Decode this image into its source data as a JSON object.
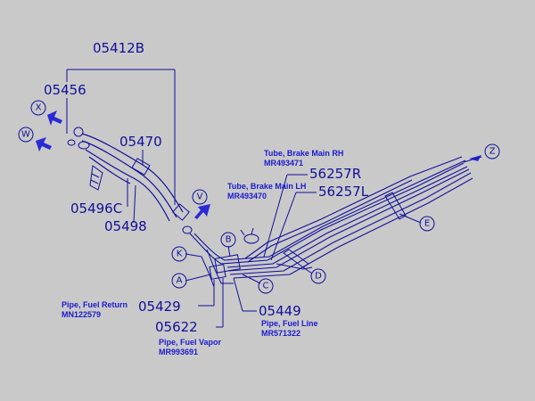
{
  "part_numbers": {
    "p05412B": "05412B",
    "p05456": "05456",
    "p05470": "05470",
    "p05496C": "05496C",
    "p05498": "05498",
    "p05429": "05429",
    "p05622": "05622",
    "p05449": "05449",
    "p56257R": "56257R",
    "p56257L": "56257L"
  },
  "descriptions": {
    "brake_rh": {
      "name": "Tube, Brake Main RH",
      "code": "MR493471"
    },
    "brake_lh": {
      "name": "Tube, Brake Main LH",
      "code": "MR493470"
    },
    "fuel_return": {
      "name": "Pipe, Fuel Return",
      "code": "MN122579"
    },
    "fuel_vapor": {
      "name": "Pipe, Fuel Vapor",
      "code": "MR993691"
    },
    "fuel_line": {
      "name": "Pipe, Fuel Line",
      "code": "MR571322"
    }
  },
  "callouts": {
    "X": "X",
    "W": "W",
    "V": "V",
    "Z": "Z",
    "E": "E",
    "D": "D",
    "C": "C",
    "B": "B",
    "K": "K",
    "A": "A"
  },
  "colors": {
    "background": "#c9c9c9",
    "line": "#10109a",
    "description_text": "#1a1ad0"
  }
}
